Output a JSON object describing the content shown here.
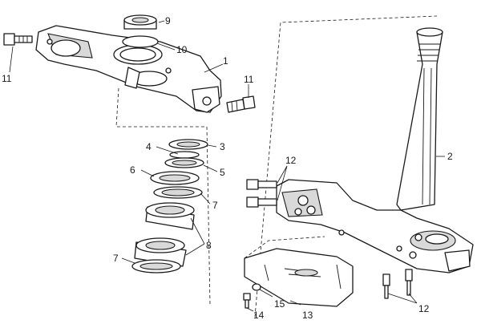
{
  "callouts": {
    "c1": "1",
    "c2": "2",
    "c3": "3",
    "c4": "4",
    "c5": "5",
    "c6": "6",
    "c7a": "7",
    "c7b": "7",
    "c8": "8",
    "c9": "9",
    "c10": "10",
    "c11a": "11",
    "c11b": "11",
    "c12a": "12",
    "c12b": "12",
    "c13": "13",
    "c14": "14",
    "c15": "15"
  },
  "colors": {
    "line": "#1a1a1a",
    "fill": "#ffffff",
    "shade": "#d9d9d9"
  }
}
